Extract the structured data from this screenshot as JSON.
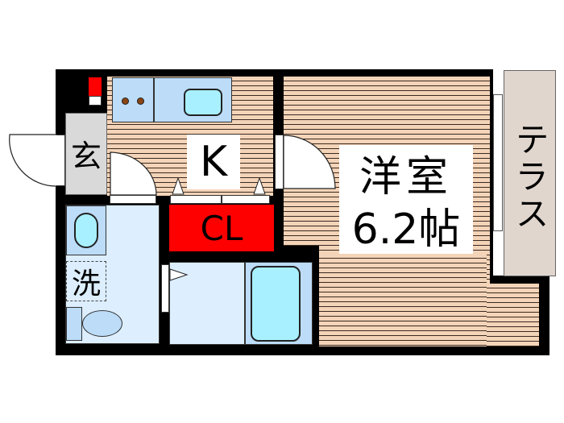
{
  "floorplan": {
    "rooms": {
      "entrance": {
        "label": "玄"
      },
      "kitchen": {
        "label": "K"
      },
      "closet": {
        "label": "CL"
      },
      "washroom": {
        "label": "洗"
      },
      "western_room": {
        "label_line1": "洋室",
        "label_line2": "6.2帖"
      },
      "terrace": {
        "label": "テラス"
      }
    },
    "colors": {
      "wall": "#000000",
      "floor_wood": "#f4d4b8",
      "wet_area": "#ddeeff",
      "fixture": "#bcdcf8",
      "closet": "#ff0000",
      "entrance": "#d9d9d9",
      "terrace": "#e0d6ce"
    }
  }
}
